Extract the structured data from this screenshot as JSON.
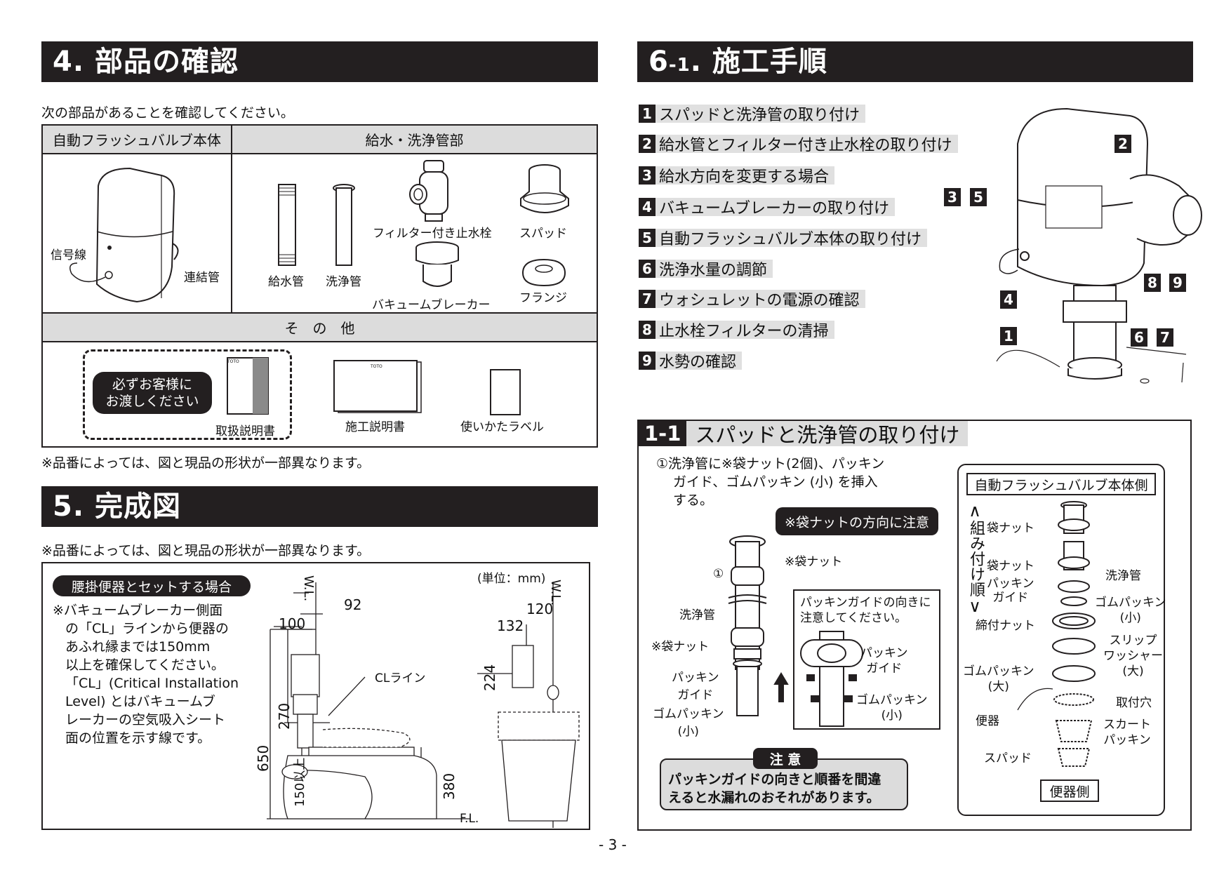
{
  "section4": {
    "title": "4. 部品の確認",
    "intro": "次の部品があることを確認してください。",
    "col1_header": "自動フラッシュバルブ本体",
    "col2_header": "給水・洗浄管部",
    "main_labels": {
      "signal": "信号線",
      "connector": "連結管"
    },
    "parts": {
      "supply": "給水管",
      "flush": "洗浄管",
      "filter_valve": "フィルター付き止水栓",
      "spud": "スパッド",
      "vacuum": "バキュームブレーカー",
      "flange": "フランジ"
    },
    "other_header": "そ　の　他",
    "hand_note_line1": "必ずお客様に",
    "hand_note_line2": "お渡しください",
    "manual_user": "取扱説明書",
    "manual_install": "施工説明書",
    "usage_label": "使いかたラベル",
    "brand": "TOTO",
    "footnote": "※品番によっては、図と現品の形状が一部異なります。"
  },
  "section5": {
    "title": "5. 完成図",
    "footnote": "※品番によっては、図と現品の形状が一部異なります。",
    "badge": "腰掛便器とセットする場合",
    "note_lines": [
      "※バキュームブレーカー側面",
      "の「CL」ラインから便器の",
      "あふれ縁までは150mm",
      "以上を確保してください。",
      "「CL」(Critical Installation",
      "Level) とはバキュームブ",
      "レーカーの空気吸入シート",
      "面の位置を示す線です。"
    ],
    "unit": "(単位：mm)",
    "dims": {
      "d100": "100",
      "d92": "92",
      "d270": "270",
      "d650": "650",
      "d150": "150以上",
      "d380": "380",
      "d120": "120",
      "d132": "132",
      "d224": "224"
    },
    "wl": "W.L.",
    "fl": "F.L.",
    "cl_line": "CLライン"
  },
  "section61": {
    "title_main": "6",
    "title_small": "-1",
    "title_rest": ". 施工手順",
    "steps": [
      {
        "num": "1",
        "text": "スパッドと洗浄管の取り付け"
      },
      {
        "num": "2",
        "text": "給水管とフィルター付き止水栓の取り付け"
      },
      {
        "num": "3",
        "text": "給水方向を変更する場合"
      },
      {
        "num": "4",
        "text": "バキュームブレーカーの取り付け"
      },
      {
        "num": "5",
        "text": "自動フラッシュバルブ本体の取り付け"
      },
      {
        "num": "6",
        "text": "洗浄水量の調節"
      },
      {
        "num": "7",
        "text": "ウォシュレットの電源の確認"
      },
      {
        "num": "8",
        "text": "止水栓フィルターの清掃"
      },
      {
        "num": "9",
        "text": "水勢の確認"
      }
    ],
    "tags": [
      "1",
      "2",
      "3",
      "4",
      "5",
      "6",
      "7",
      "8",
      "9"
    ]
  },
  "section11": {
    "num": "1-1",
    "title": "スパッドと洗浄管の取り付け",
    "instruction_lines": [
      "①洗浄管に※袋ナット(2個)、パッキン",
      "ガイド、ゴムパッキン (小) を挿入",
      "する。"
    ],
    "callout": "※袋ナットの方向に注意",
    "circle_one": "①",
    "labels": {
      "nut_top": "※袋ナット",
      "flush_pipe": "洗浄管",
      "nut_bottom": "※袋ナット",
      "guide_line1": "パッキン",
      "guide_line2": "ガイド",
      "rubber_line1": "ゴムパッキン",
      "rubber_line2": "(小)"
    },
    "inset_lines": [
      "パッキンガイドの向きに",
      "注意してください。"
    ],
    "inset_guide_line1": "パッキン",
    "inset_guide_line2": "ガイド",
    "inset_rubber_line1": "ゴムパッキン",
    "inset_rubber_line2": "(小)",
    "caution_title": "注 意",
    "caution_lines": [
      "パッキンガイドの向きと順番を間違",
      "えると水漏れのおそれがあります。"
    ],
    "exploded": {
      "header": "自動フラッシュバルブ本体側",
      "vertical": "組み付け順",
      "arrow_top": "∧",
      "arrow_bottom": "∨",
      "nut1": "袋ナット",
      "nut2": "袋ナット",
      "pipe": "洗浄管",
      "guide_line1": "パッキン",
      "guide_line2": "ガイド",
      "rubber_small_line1": "ゴムパッキン",
      "rubber_small_line2": "(小)",
      "tighten_nut": "締付ナット",
      "slip_line1": "スリップ",
      "slip_line2": "ワッシャー",
      "slip_line3": "(大)",
      "rubber_large_line1": "ゴムパッキン",
      "rubber_large_line2": "(大)",
      "hole": "取付穴",
      "toilet": "便器",
      "skirt_line1": "スカート",
      "skirt_line2": "パッキン",
      "spud": "スパッド",
      "footer": "便器側"
    }
  },
  "page_number": "- 3 -"
}
